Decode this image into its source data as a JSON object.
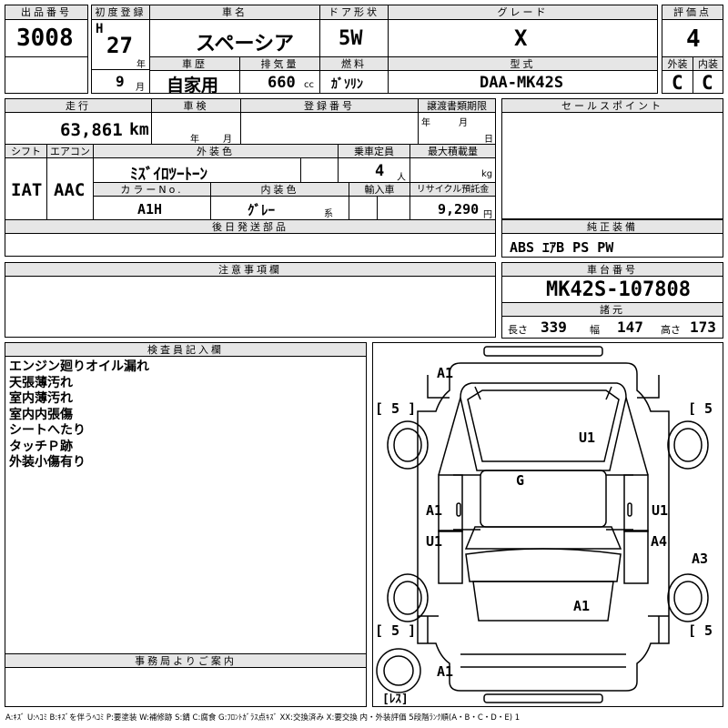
{
  "header": {
    "lot_label": "出品番号",
    "lot_no": "3008",
    "first_reg_label": "初度登録",
    "era": "H",
    "year": "27",
    "year_unit": "年",
    "month": "9",
    "month_unit": "月",
    "car_name_label": "車名",
    "car_name": "スペーシア",
    "door_label": "ドア形状",
    "door": "5W",
    "grade_label": "グレード",
    "grade": "X",
    "score_label": "評価点",
    "score": "4",
    "history_label": "車歴",
    "history": "自家用",
    "displacement_label": "排気量",
    "displacement": "660",
    "displacement_unit": "cc",
    "fuel_label": "燃料",
    "fuel": "ｶﾞｿﾘﾝ",
    "model_label": "型式",
    "model": "DAA-MK42S",
    "exterior_label": "外装",
    "exterior": "C",
    "interior_label": "内装",
    "interior": "C"
  },
  "details": {
    "mileage_label": "走行",
    "mileage": "63,861",
    "mileage_unit": "km",
    "inspection_label": "車検",
    "insp_year_unit": "年",
    "insp_month_unit": "月",
    "reg_no_label": "登録番号",
    "transfer_label": "譲渡書類期限",
    "tr_year_unit": "年",
    "tr_month_unit": "月",
    "tr_day_unit": "日",
    "shift_label": "シフト",
    "shift": "IAT",
    "ac_label": "エアコン",
    "ac": "AAC",
    "color_label": "外装色",
    "color": "ﾐｽﾞｲﾛﾂｰﾄｰﾝ",
    "seats_label": "乗車定員",
    "seats": "4",
    "seats_unit": "人",
    "load_label": "最大積載量",
    "load_unit": "kg",
    "color_no_label": "カラーNo.",
    "color_no": "A1H",
    "int_color_label": "内装色",
    "int_color": "ｸﾞﾚｰ",
    "int_color_suffix": "系",
    "import_label": "輸入車",
    "recycle_label": "リサイクル預託金",
    "recycle": "9,290",
    "recycle_unit": "円",
    "later_parts_label": "後日発送部品",
    "notes_label": "注意事項欄",
    "inspector_label": "検査員記入欄",
    "inspector_notes": [
      "エンジン廻りオイル漏れ",
      "天張薄汚れ",
      "室内薄汚れ",
      "室内内張傷",
      "シートへたり",
      "タッチＰ跡",
      "外装小傷有り"
    ],
    "office_label": "事務局よりご案内"
  },
  "right": {
    "sales_label": "セールスポイント",
    "equipment_label": "純正装備",
    "equipment": "ABS ｴｱB PS PW",
    "chassis_label": "車台番号",
    "chassis": "MK42S-107808",
    "dims_label": "諸元",
    "length_label": "長さ",
    "length": "339",
    "width_label": "幅",
    "width": "147",
    "height_label": "高さ",
    "height": "173"
  },
  "diagram": {
    "tire_fl": "[ 5 ]",
    "tire_fr": "[ 5 ]",
    "tire_rl": "[ 5 ]",
    "tire_rr": "[ 5 ]",
    "spare": "[ﾚｽ]",
    "marks": {
      "front_left": "A1",
      "hood": "U1",
      "roof": "G",
      "left_front_door": "A1",
      "left_rear_door": "U1",
      "right_front_door": "U1",
      "right_rear_door": "A4",
      "right_quarter": "A3",
      "rear_gate": "A1",
      "rear_bumper": "A1"
    }
  },
  "legend": "A:ｷｽﾞ U:ﾍｺﾐ B:ｷｽﾞを伴うﾍｺﾐ P:要塗装 W:補修跡 S:錆 C:腐食 G:ﾌﾛﾝﾄｶﾞﾗｽ点ｷｽﾞ XX:交換済み X:要交換 内・外装評価 5段階ﾗﾝｸ順(A・B・C・D・E) 1"
}
